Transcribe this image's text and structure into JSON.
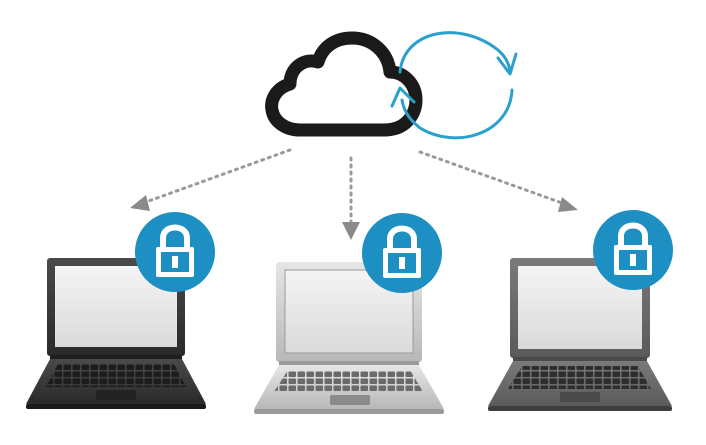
{
  "colors": {
    "background": "#ffffff",
    "cloud_outline": "#1a1a1a",
    "sync_arrows": "#2aa0cf",
    "connector_dots": "#9a9a9a",
    "lock_badge": "#1e8fc2",
    "lock_glyph": "#ffffff",
    "laptop_dark_body": "#3a3a3a",
    "laptop_light_body": "#c9c9c9",
    "laptop_screen": "#e8e8e8"
  },
  "icons": {
    "cloud": "cloud-icon",
    "sync": "sync-arrows-icon",
    "lock": "padlock-icon",
    "device": "laptop-icon"
  },
  "devices": [
    {
      "label": "",
      "style": "dark"
    },
    {
      "label": "",
      "style": "silver"
    },
    {
      "label": "",
      "style": "graphite"
    }
  ]
}
